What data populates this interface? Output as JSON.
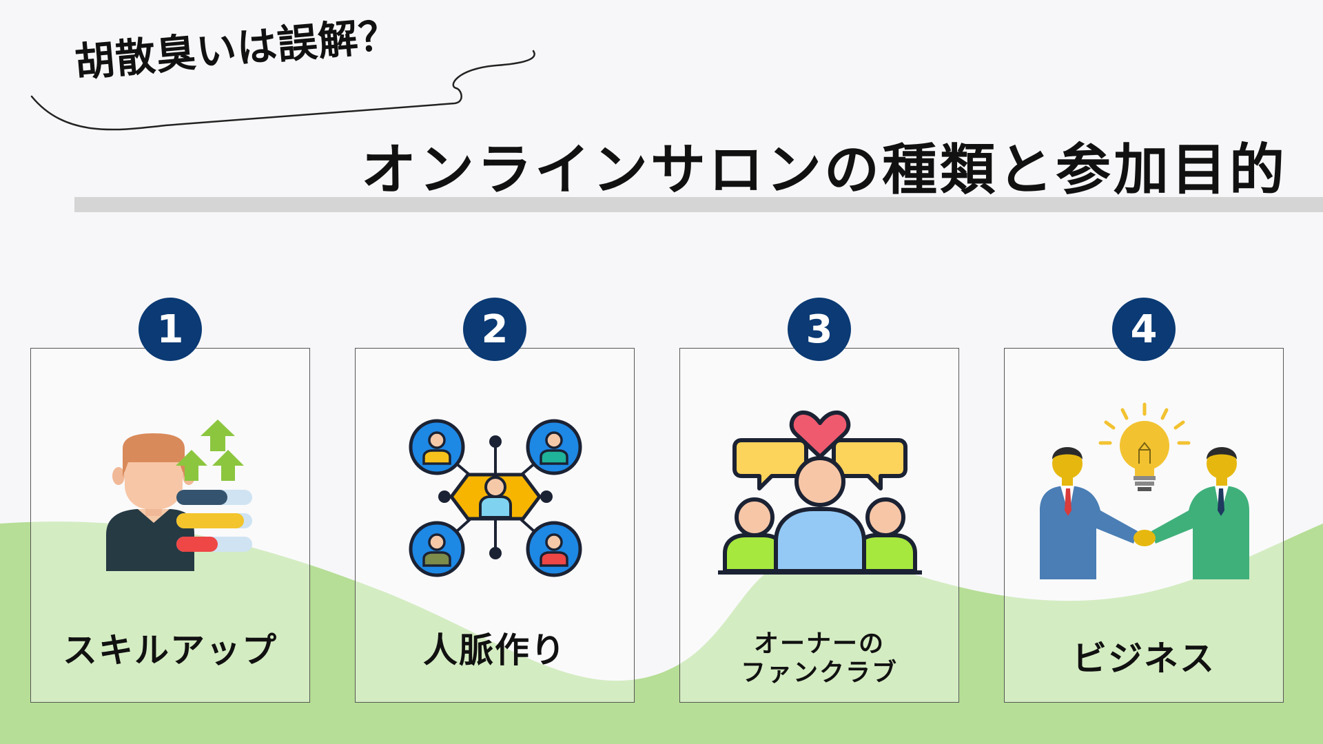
{
  "callout": {
    "text": "胡散臭いは誤解？"
  },
  "title": {
    "text": "オンラインサロンの種類と参加目的"
  },
  "cards": [
    {
      "number": "1",
      "label": "スキルアップ",
      "icon": "skill-up-icon"
    },
    {
      "number": "2",
      "label": "人脈作り",
      "icon": "network-icon"
    },
    {
      "number": "3",
      "label_line1": "オーナーの",
      "label_line2": "ファンクラブ",
      "icon": "fan-club-icon"
    },
    {
      "number": "4",
      "label": "ビジネス",
      "icon": "business-handshake-icon"
    }
  ],
  "colors": {
    "badge": "#0b3a74",
    "background": "#f7f7f9",
    "wave_green": "#b6de96",
    "title_bar": "#d5d5d5"
  }
}
